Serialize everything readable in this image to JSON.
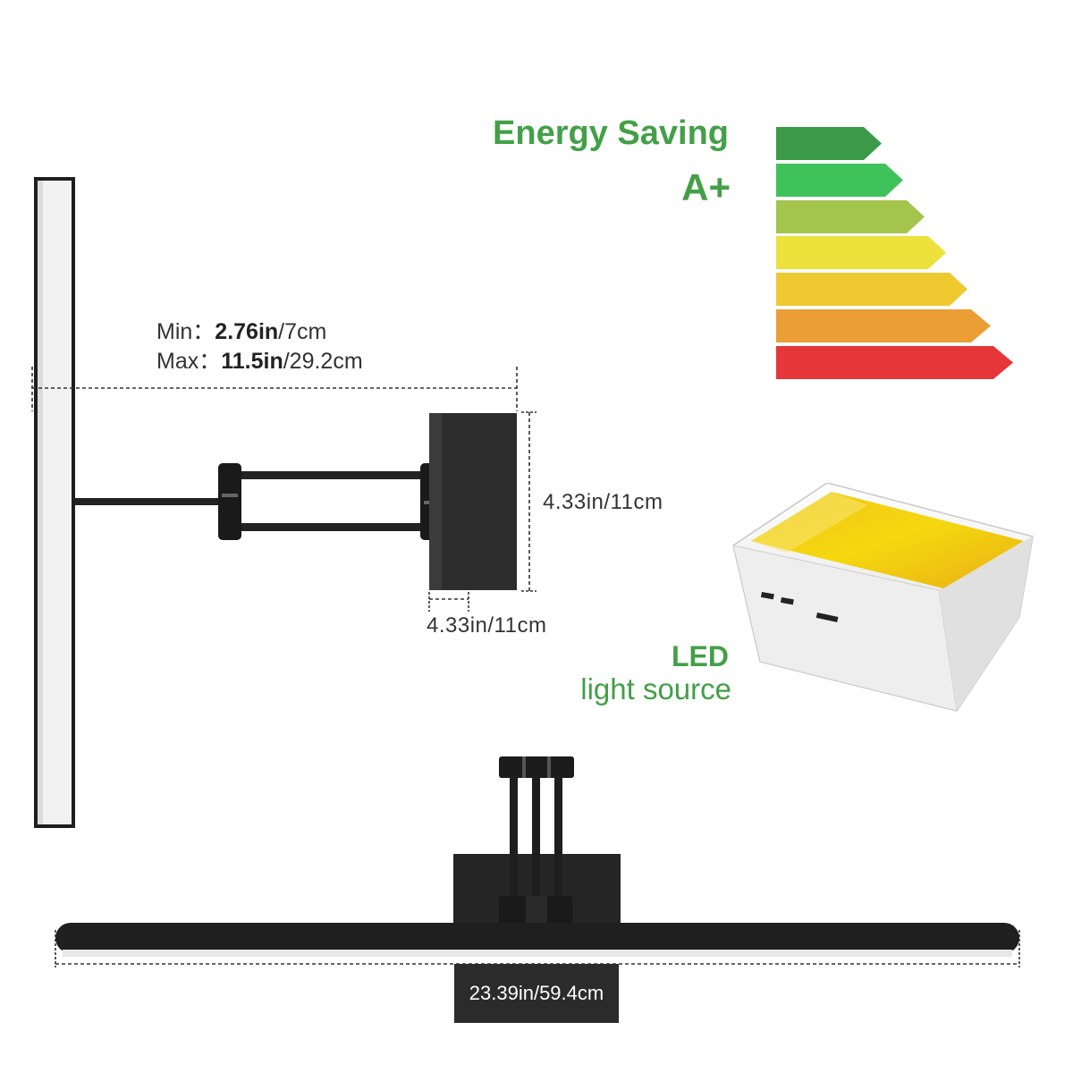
{
  "energy": {
    "title": "Energy Saving",
    "grade": "A+",
    "ratings": [
      {
        "level": 1,
        "color": "#3a9a48"
      },
      {
        "level": 2,
        "color": "#3fc25a"
      },
      {
        "level": 3,
        "color": "#a3c54c"
      },
      {
        "level": 4,
        "color": "#ede13c"
      },
      {
        "level": 5,
        "color": "#efc930"
      },
      {
        "level": 6,
        "color": "#eb9d36"
      },
      {
        "level": 7,
        "color": "#e5363a"
      }
    ]
  },
  "extension": {
    "min_label": "Min：",
    "min_in": "2.76in",
    "min_cm": "/7cm",
    "max_label": "Max：",
    "max_in": "11.5in",
    "max_cm": "/29.2cm"
  },
  "mount": {
    "height": "4.33in/11cm",
    "depth": "4.33in/11cm"
  },
  "light_source": {
    "title": "LED",
    "subtitle": "light source"
  },
  "bar_length": "23.39in/59.4cm"
}
